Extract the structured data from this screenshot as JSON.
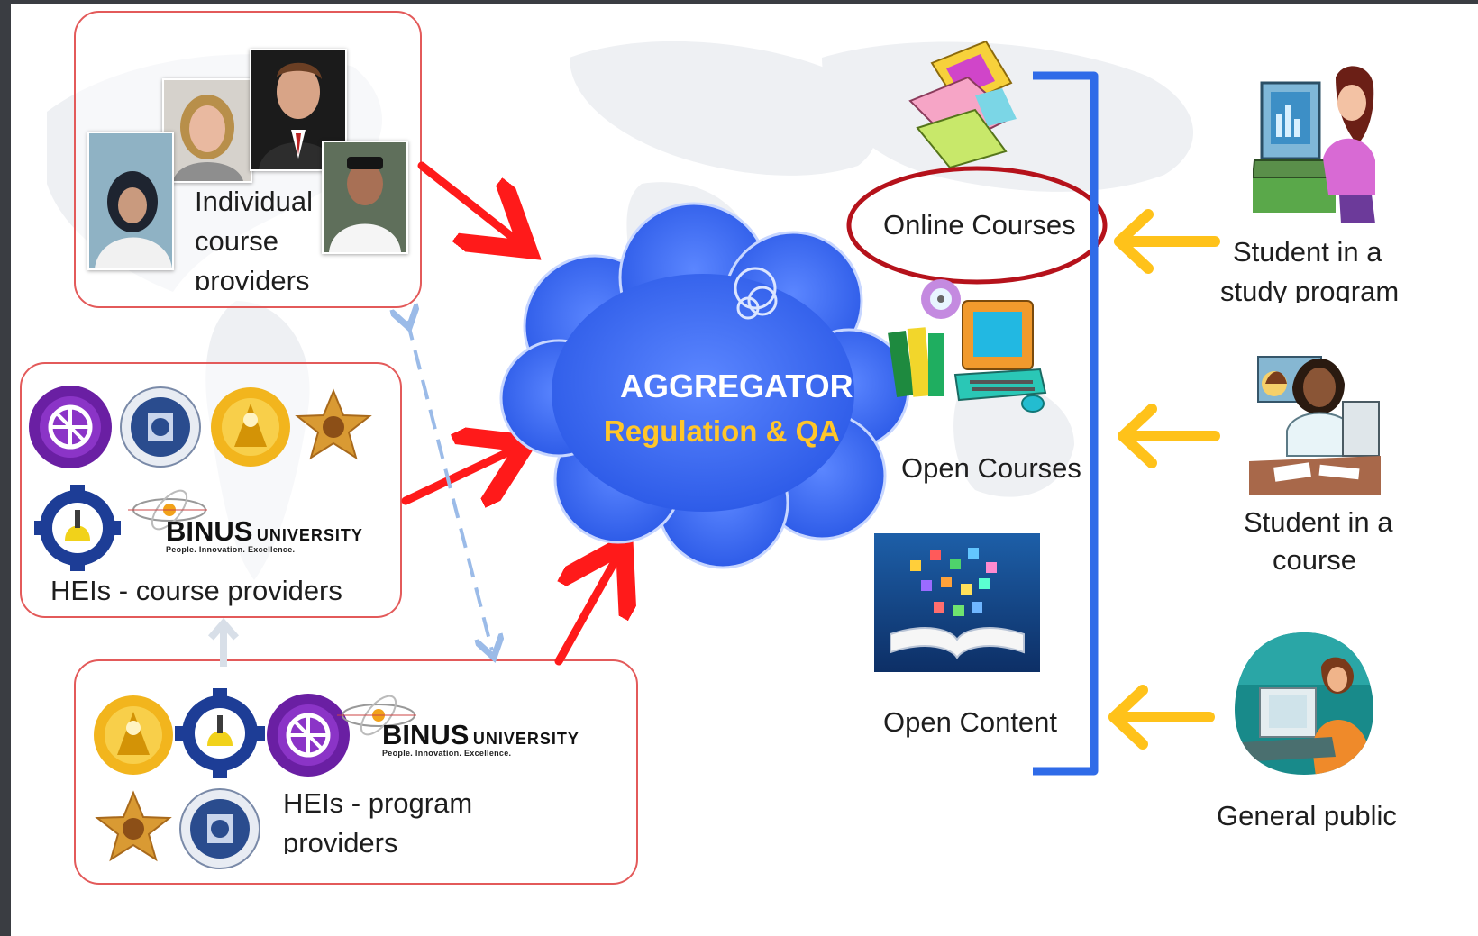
{
  "aggregator": {
    "title": "AGGREGATOR",
    "subtitle": "Regulation & QA"
  },
  "providers": {
    "individual": "Individual course providers",
    "individual_lines": [
      "Individual",
      "course",
      "providers"
    ],
    "hei_course": "HEIs - course providers",
    "hei_program_lines": [
      "HEIs -  program",
      "providers"
    ]
  },
  "binus": {
    "name": "BINUS",
    "university": "UNIVERSITY",
    "tagline": "People. Innovation. Excellence."
  },
  "offerings": {
    "online_courses": "Online Courses",
    "open_courses": "Open Courses",
    "open_content": "Open Content"
  },
  "learners": {
    "study_program_lines": [
      "Student in a",
      "study program"
    ],
    "course_lines": [
      "Student in a",
      "course"
    ],
    "general_public": "General public"
  },
  "colors": {
    "arrow_red": "#ff1a1a",
    "arrow_yellow": "#ffc21a",
    "cloud_blue": "#3f6ff2",
    "bracket_blue": "#2f6be8",
    "subtitle_gold": "#ffc629",
    "box_border": "#e35a5a",
    "highlight_ellipse": "#b5121b"
  }
}
